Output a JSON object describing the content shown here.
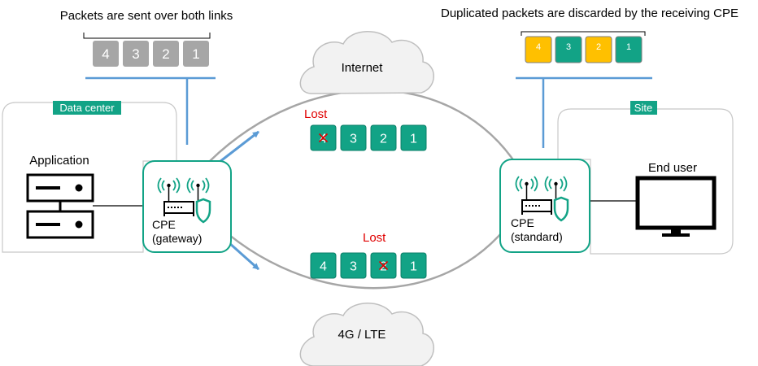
{
  "left_caption": "Packets are sent over both links",
  "right_caption": "Duplicated packets are discarded by the receiving CPE",
  "internet_label": "Internet",
  "lte_label": "4G / LTE",
  "lost_internet": "Lost",
  "lost_lte": "Lost",
  "datacenter": {
    "tag": "Data center",
    "app_label": "Application"
  },
  "site": {
    "tag": "Site",
    "user_label": "End user"
  },
  "cpe_gateway": {
    "line1": "CPE",
    "line2": "(gateway)"
  },
  "cpe_standard": {
    "line1": "CPE",
    "line2": "(standard)"
  },
  "sent_packets": [
    "4",
    "3",
    "2",
    "1"
  ],
  "internet_packets": [
    {
      "label": "4",
      "lost": true
    },
    {
      "label": "3",
      "lost": false
    },
    {
      "label": "2",
      "lost": false
    },
    {
      "label": "1",
      "lost": false
    }
  ],
  "lte_packets": [
    {
      "label": "4",
      "lost": false
    },
    {
      "label": "3",
      "lost": false
    },
    {
      "label": "2",
      "lost": true
    },
    {
      "label": "1",
      "lost": false
    }
  ],
  "received_packets": [
    {
      "label": "4",
      "status": "discarded"
    },
    {
      "label": "3",
      "status": "kept"
    },
    {
      "label": "2",
      "status": "discarded"
    },
    {
      "label": "1",
      "status": "kept"
    }
  ],
  "colors": {
    "teal": "#12a386",
    "gray_packet": "#a6a6a6",
    "yellow_packet": "#ffc000",
    "blue_arrow": "#5b9bd5",
    "lost_red": "#e00000",
    "link_gray": "#a6a6a6"
  }
}
